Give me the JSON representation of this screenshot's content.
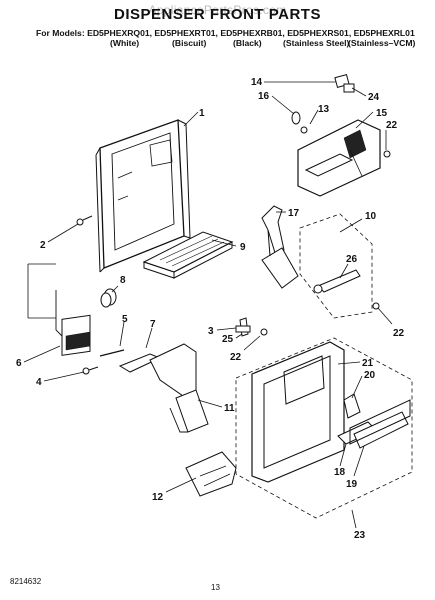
{
  "header": {
    "watermark": "AppliancePartsPros.com",
    "title": "DISPENSER FRONT PARTS",
    "models_line": "For Models: ED5PHEXRQ01, ED5PHEXRT01, ED5PHEXRB01, ED5PHEXRS01, ED5PHEXRL01",
    "variants": [
      "(White)",
      "(Biscuit)",
      "(Black)",
      "(Stainless Steel)",
      "(Stainless–VCM)"
    ]
  },
  "callouts": [
    "1",
    "2",
    "3",
    "4",
    "5",
    "6",
    "7",
    "8",
    "9",
    "10",
    "11",
    "12",
    "13",
    "14",
    "15",
    "16",
    "17",
    "18",
    "19",
    "20",
    "21",
    "22",
    "22",
    "22",
    "22",
    "23",
    "24",
    "25",
    "26"
  ],
  "footer": {
    "doc_number": "8214632",
    "page_number": "13"
  }
}
